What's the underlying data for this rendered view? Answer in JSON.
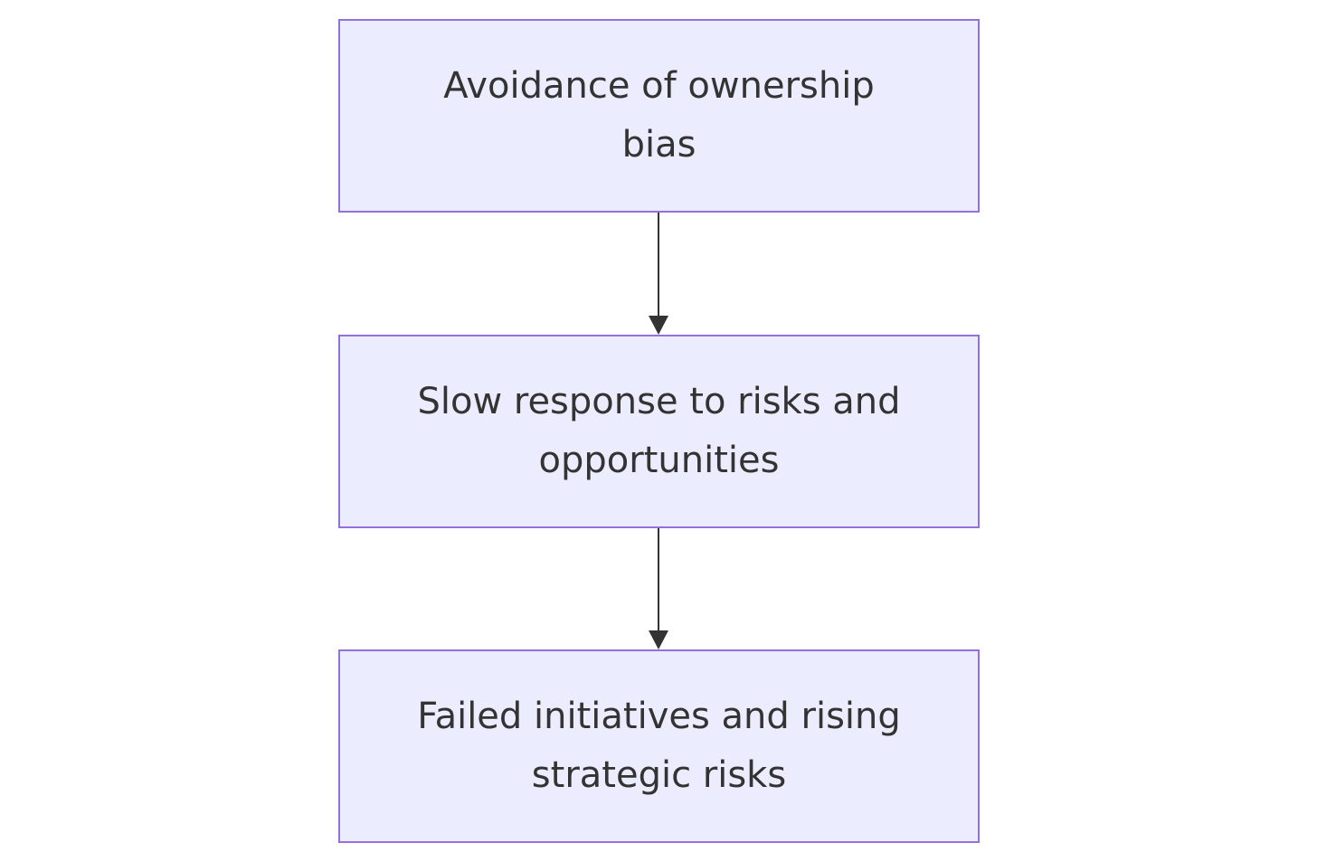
{
  "colors": {
    "node_fill": "#ECECFF",
    "node_border": "#9370DB",
    "text": "#333333",
    "edge": "#333333"
  },
  "nodes": [
    {
      "id": "node-1",
      "label": "Avoidance of ownership bias"
    },
    {
      "id": "node-2",
      "label": "Slow response to risks and opportunities"
    },
    {
      "id": "node-3",
      "label": "Failed initiatives and rising strategic risks"
    }
  ],
  "edges": [
    {
      "from": "node-1",
      "to": "node-2"
    },
    {
      "from": "node-2",
      "to": "node-3"
    }
  ]
}
